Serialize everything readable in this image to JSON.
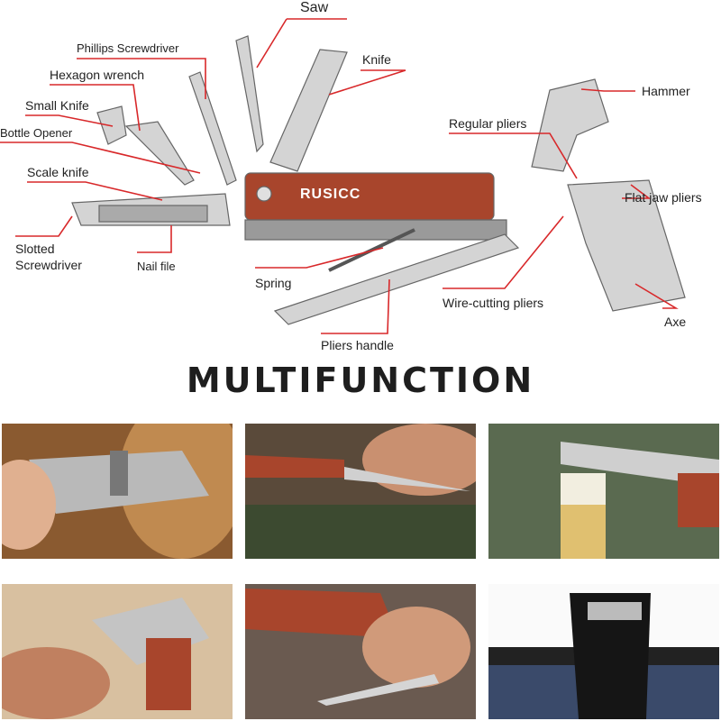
{
  "brand": "RUSICC",
  "title": "MULTIFUNCTION",
  "colors": {
    "leader_line": "#d8282a",
    "wood_handle": "#a8452c",
    "steel": "#c9c9c9"
  },
  "labels": {
    "saw": "Saw",
    "phillips": "Phillips Screwdriver",
    "hexagon": "Hexagon wrench",
    "small_knife": "Small Knife",
    "bottle_opener": "Bottle Opener",
    "scale_knife": "Scale knife",
    "slotted_1": "Slotted",
    "slotted_2": "Screwdriver",
    "nail_file": "Nail file",
    "knife": "Knife",
    "hammer": "Hammer",
    "regular_pliers": "Regular pliers",
    "flat_jaw": "Flat jaw pliers",
    "spring": "Spring",
    "wire_cutting": "Wire-cutting pliers",
    "axe": "Axe",
    "pliers_handle": "Pliers handle"
  },
  "photos": [
    {
      "subject": "wrench-on-bolt"
    },
    {
      "subject": "folding-knife"
    },
    {
      "subject": "bottle-opener"
    },
    {
      "subject": "hammer-head"
    },
    {
      "subject": "knife-blade"
    },
    {
      "subject": "belt-pouch"
    }
  ]
}
